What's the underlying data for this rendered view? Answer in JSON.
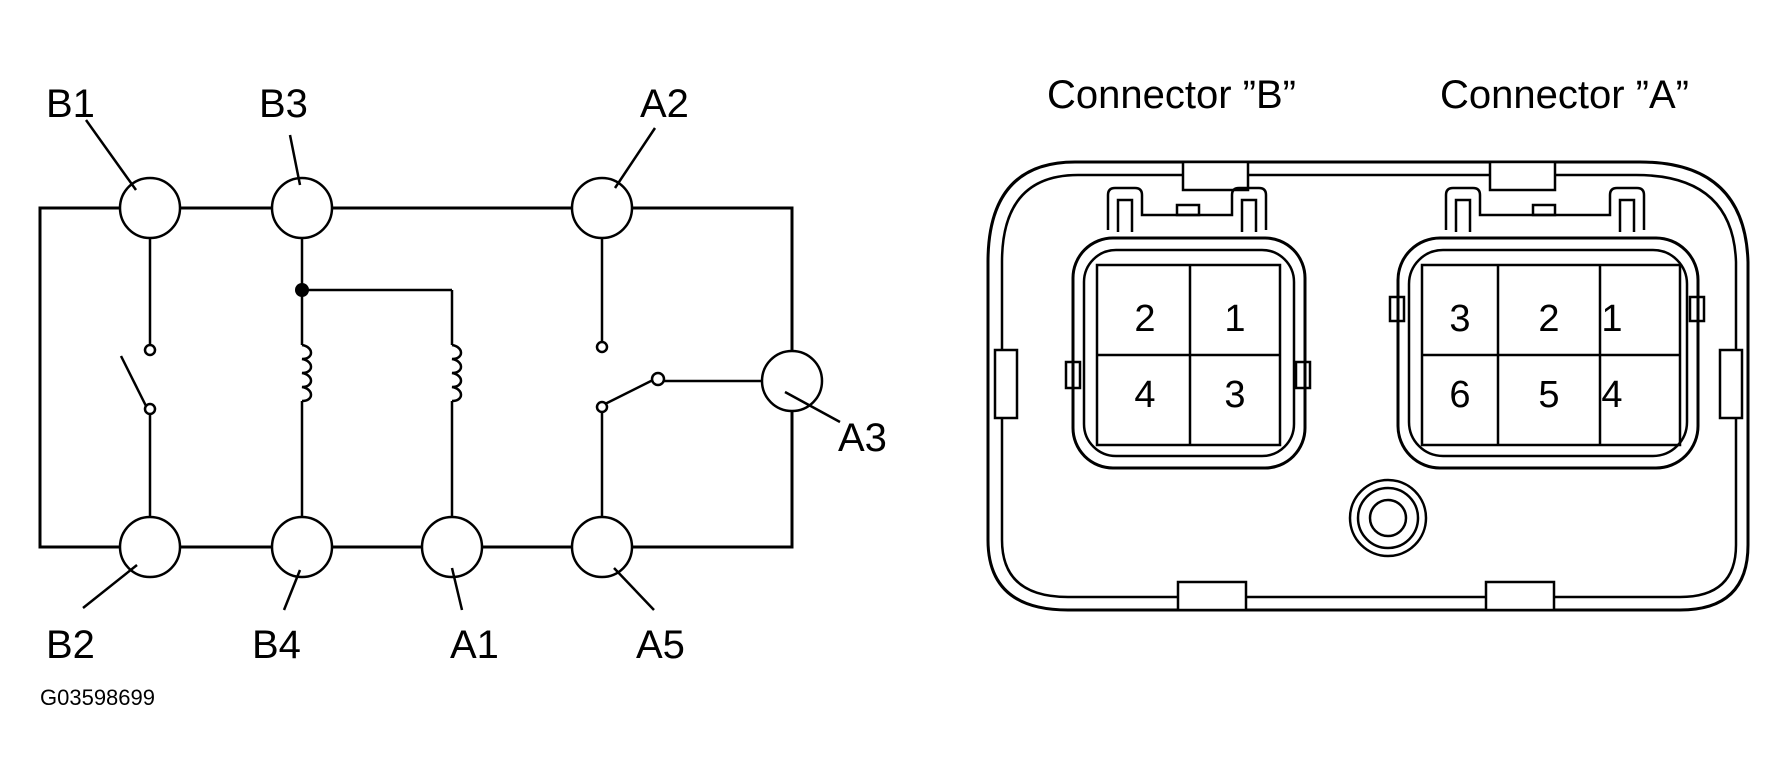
{
  "schematic": {
    "terminals": {
      "b1": "B1",
      "b3": "B3",
      "a2": "A2",
      "a3": "A3",
      "b2": "B2",
      "b4": "B4",
      "a1": "A1",
      "a5": "A5"
    }
  },
  "connectors": {
    "b": {
      "title": "Connector ”B”",
      "pins": [
        "2",
        "1",
        "4",
        "3"
      ]
    },
    "a": {
      "title": "Connector ”A”",
      "pins": [
        "3",
        "2",
        "1",
        "6",
        "5",
        "4"
      ]
    }
  },
  "figure_code": "G03598699"
}
